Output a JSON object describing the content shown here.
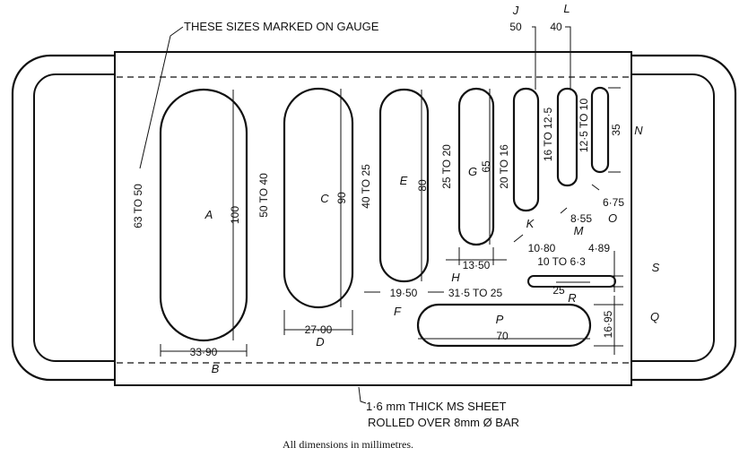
{
  "notes": {
    "gauge_note": "THESE SIZES MARKED ON GAUGE",
    "sheet_line1": "1·6 mm  THICK MS SHEET",
    "sheet_line2": "ROLLED OVER 8mm Ø BAR",
    "caption": "All dimensions in millimetres."
  },
  "slots": [
    {
      "letter": "A",
      "length": "100",
      "range": "63 TO 50",
      "width": "33·90",
      "width_letter": "B"
    },
    {
      "letter": "C",
      "length": "90",
      "range": "50 TO 40",
      "width": "27·00",
      "width_letter": "D"
    },
    {
      "letter": "E",
      "length": "80",
      "range": "40 TO 25",
      "width": "19·50",
      "width_letter": "F"
    },
    {
      "letter": "G",
      "length": "65",
      "range": "25 TO 20",
      "width": "13·50",
      "width_letter": "H"
    },
    {
      "letter": "J",
      "top": "50",
      "range": "20 TO 16",
      "width": "10·80",
      "width_letter": "K"
    },
    {
      "letter": "L",
      "top": "40",
      "range": "16 TO 12·5",
      "width": "8·55",
      "width_letter": "M"
    },
    {
      "letter": "N",
      "length": "35",
      "range": "12·5 TO 10",
      "width": "6·75",
      "width_letter": "O"
    },
    {
      "letter": "P",
      "length": "70",
      "range": "31·5 TO 25"
    },
    {
      "letter": "R",
      "length": "25",
      "range": "10 TO 6·3",
      "height": "4·89",
      "height_letter": "S"
    },
    {
      "letter": "Q",
      "height": "16·95"
    }
  ]
}
